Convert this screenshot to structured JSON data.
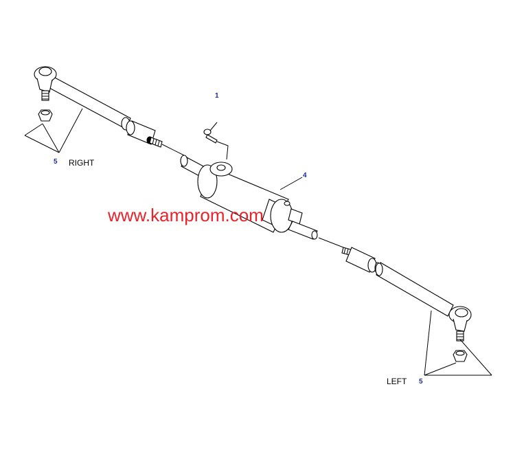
{
  "callouts": {
    "bolt": "1",
    "cylinder": "4",
    "right_end": "5",
    "left_end": "5"
  },
  "labels": {
    "right": "RIGHT",
    "left": "LEFT"
  },
  "watermark": {
    "text": "www.kamprom.com",
    "color": "#e8232a"
  },
  "colors": {
    "callout": "#1a2aa8",
    "line": "#000000",
    "background": "#ffffff"
  }
}
